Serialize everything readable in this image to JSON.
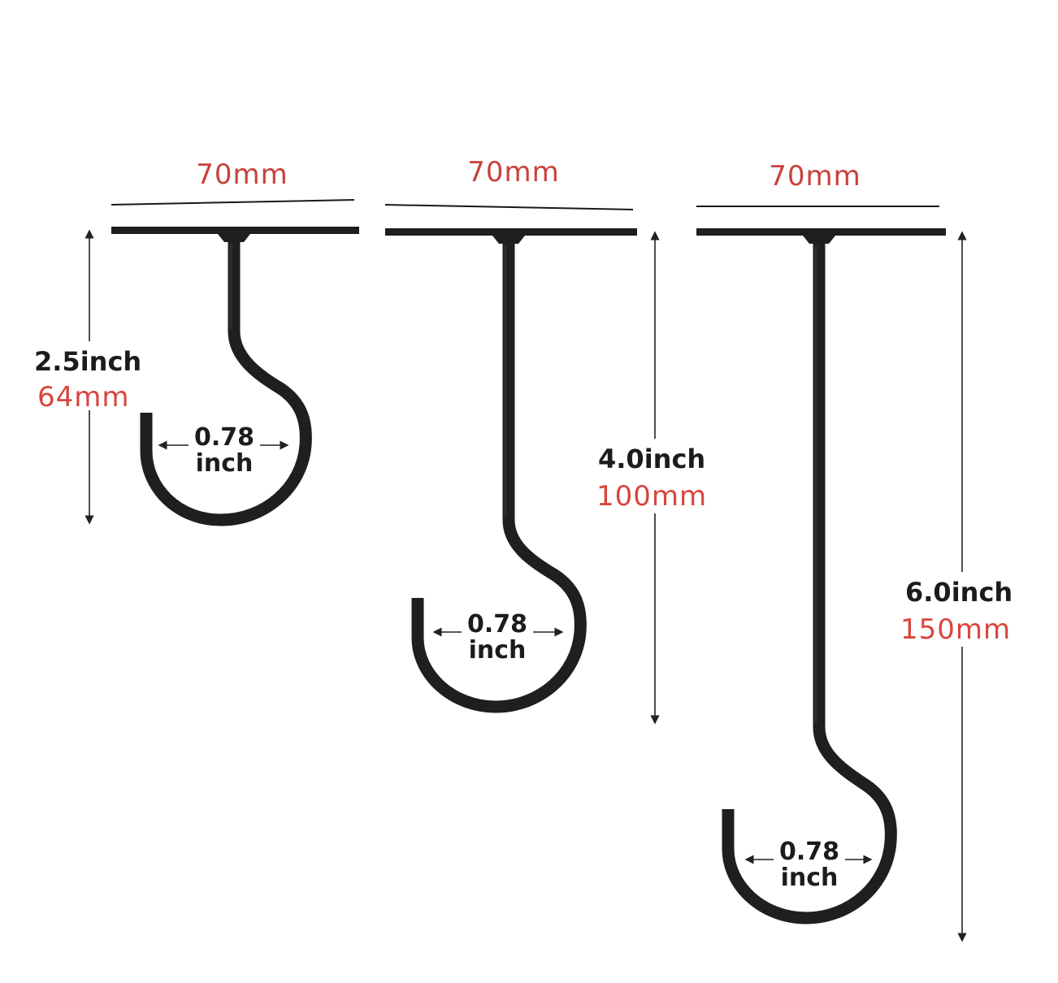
{
  "hooks": [
    {
      "width_label": "70mm",
      "length_inch": "2.5inch",
      "length_mm": "64mm",
      "opening_value": "0.78",
      "opening_unit": "inch"
    },
    {
      "width_label": "70mm",
      "length_inch": "4.0inch",
      "length_mm": "100mm",
      "opening_value": "0.78",
      "opening_unit": "inch"
    },
    {
      "width_label": "70mm",
      "length_inch": "6.0inch",
      "length_mm": "150mm",
      "opening_value": "0.78",
      "opening_unit": "inch"
    }
  ],
  "colors": {
    "metric_text": "#d8453e",
    "imperial_text": "#1c1c1c",
    "hook_metal": "#1f1f1f",
    "background": "#ffffff"
  }
}
